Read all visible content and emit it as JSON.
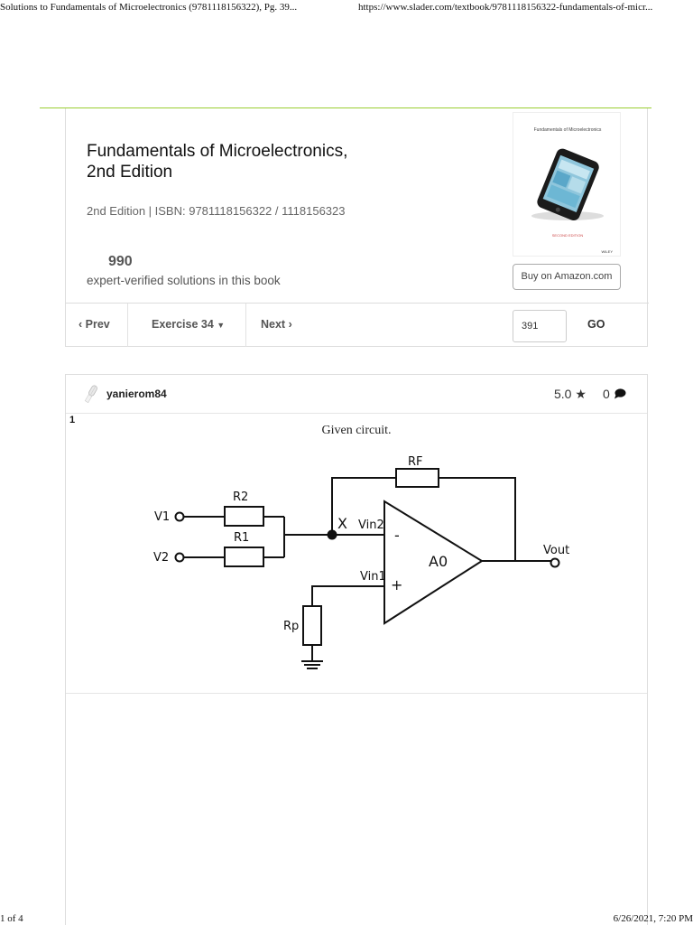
{
  "print_header": {
    "title": "Solutions to Fundamentals of Microelectronics (9781118156322), Pg. 39...",
    "url": "https://www.slader.com/textbook/9781118156322-fundamentals-of-micr..."
  },
  "print_footer": {
    "page": "1 of 4",
    "datetime": "6/26/2021, 7:20 PM"
  },
  "book": {
    "title_line1": "Fundamentals of Microelectronics,",
    "title_line2": "2nd Edition",
    "isbn_line": "2nd Edition | ISBN: 9781118156322 / 1118156323",
    "solutions_count": "990",
    "solutions_label": "expert-verified solutions in this book",
    "cover_title": "Fundamentals of Microelectronics",
    "cover_foot": "SECOND EDITION",
    "cover_publisher": "WILEY",
    "buy_label": "Buy on Amazon.com"
  },
  "nav": {
    "prev_label": "Prev",
    "exercise_label": "Exercise 34",
    "next_label": "Next",
    "page_value": "391",
    "go_label": "GO"
  },
  "solution": {
    "author": "yanierom84",
    "rating": "5.0",
    "comments": "0",
    "step_number": "1",
    "step_text": "Given circuit."
  },
  "circuit": {
    "rf": "RF",
    "r2": "R2",
    "r1": "R1",
    "v1": "V1",
    "v2": "V2",
    "node_x": "X",
    "vin2": "Vin2",
    "vin1": "Vin1",
    "minus": "-",
    "plus": "+",
    "gain": "A0",
    "vout": "Vout",
    "rp": "Rp"
  },
  "icons": {
    "star": "star-icon",
    "comment": "comment-icon",
    "caret": "caret-down-icon"
  }
}
